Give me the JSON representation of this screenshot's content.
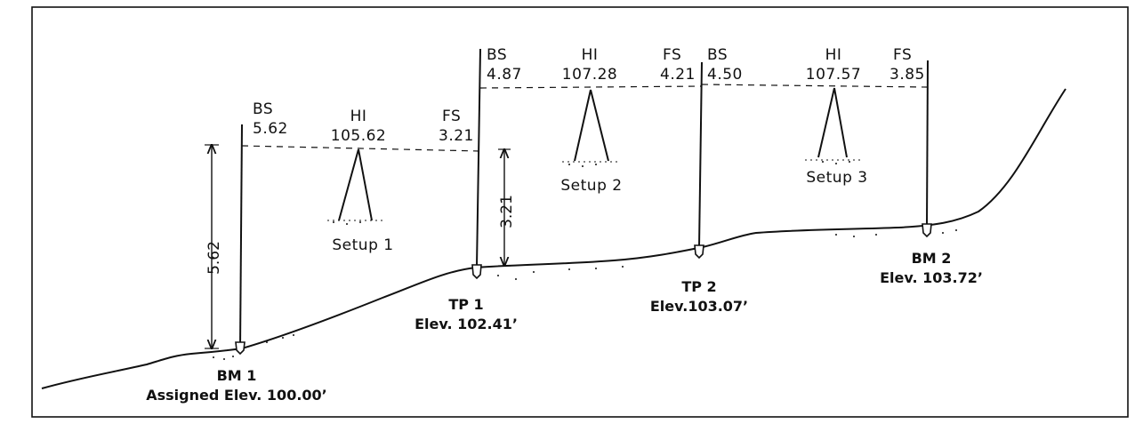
{
  "setups": [
    {
      "name": "Setup 1",
      "bs_label": "BS",
      "bs_value": "5.62",
      "hi_label": "HI",
      "hi_value": "105.62",
      "fs_label": "FS",
      "fs_value": "3.21"
    },
    {
      "name": "Setup 2",
      "bs_label": "BS",
      "bs_value": "4.87",
      "hi_label": "HI",
      "hi_value": "107.28",
      "fs_label": "FS",
      "fs_value": "4.21"
    },
    {
      "name": "Setup 3",
      "bs_label": "BS",
      "bs_value": "4.50",
      "hi_label": "HI",
      "hi_value": "107.57",
      "fs_label": "FS",
      "fs_value": "3.85"
    }
  ],
  "points": [
    {
      "name": "BM 1",
      "elev": "Assigned Elev. 100.00’"
    },
    {
      "name": "TP 1",
      "elev": "Elev. 102.41’"
    },
    {
      "name": "TP 2",
      "elev": "Elev.103.07’"
    },
    {
      "name": "BM 2",
      "elev": "Elev. 103.72’"
    }
  ],
  "dimensions": {
    "bm1_rod": "5.62",
    "tp1_rod": "3.21"
  },
  "colors": {
    "line": "#111111",
    "background": "#ffffff"
  }
}
